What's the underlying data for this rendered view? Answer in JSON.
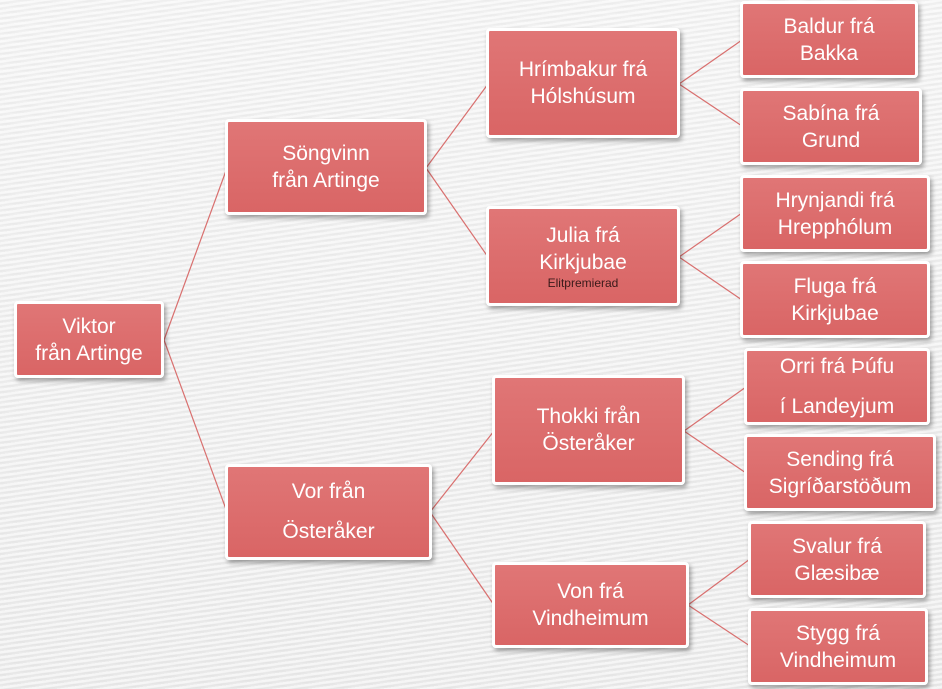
{
  "tree": {
    "root": {
      "lines": [
        "Viktor",
        "från Artinge"
      ]
    },
    "sire": {
      "lines": [
        "Söngvinn",
        "från Artinge"
      ]
    },
    "dam": {
      "lines": [
        "Vor från",
        "Österåker"
      ]
    },
    "sire_sire": {
      "lines": [
        "Hrímbakur frá",
        "Hólshúsum"
      ]
    },
    "sire_dam": {
      "lines": [
        "Julia frá",
        "Kirkjubae"
      ],
      "note": "Elitpremierad"
    },
    "dam_sire": {
      "lines": [
        "Thokki från",
        "Österåker"
      ]
    },
    "dam_dam": {
      "lines": [
        "Von frá",
        "Vindheimum"
      ]
    },
    "ss_sire": {
      "lines": [
        "Baldur frá",
        "Bakka"
      ]
    },
    "ss_dam": {
      "lines": [
        "Sabína frá",
        "Grund"
      ]
    },
    "sd_sire": {
      "lines": [
        "Hrynjandi frá",
        "Hrepphólum"
      ]
    },
    "sd_dam": {
      "lines": [
        "Fluga frá",
        "Kirkjubae"
      ]
    },
    "ds_sire": {
      "lines": [
        "Orri frá Þúfu",
        "í Landeyjum"
      ]
    },
    "ds_dam": {
      "lines": [
        "Sending frá",
        "Sigríðarstöðum"
      ]
    },
    "dd_sire": {
      "lines": [
        "Svalur frá",
        "Glæsibæ"
      ]
    },
    "dd_dam": {
      "lines": [
        "Stygg frá",
        "Vindheimum"
      ]
    }
  },
  "colors": {
    "box_fill": "#dc6b6b",
    "box_border": "#ffffff",
    "connector": "#d9706f",
    "text": "#ffffff"
  }
}
